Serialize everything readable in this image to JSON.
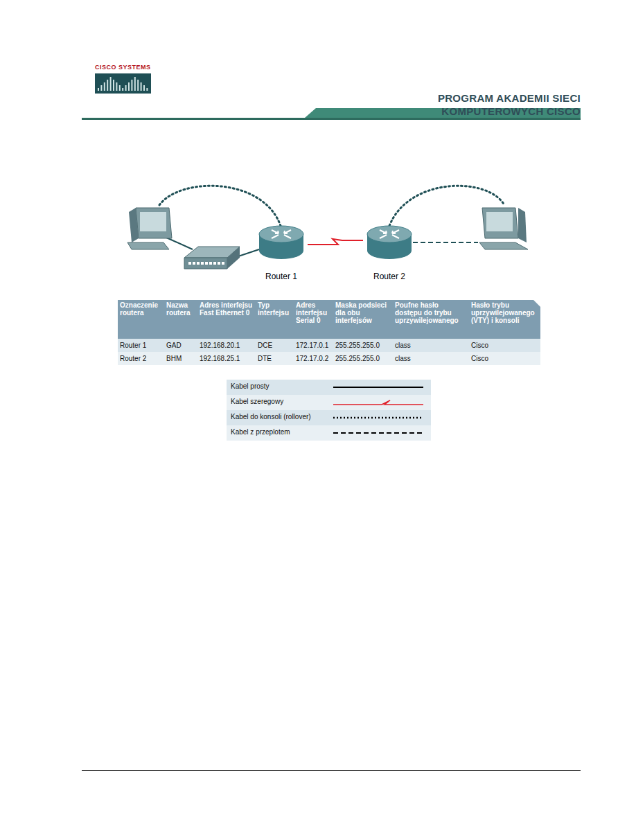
{
  "diagram": {
    "nodes": [
      {
        "text": [
          "Router 1"
        ]
      },
      {
        "text": [
          "Router 2"
        ]
      }
    ],
    "edges": [
      {
        "from": 0,
        "to": 1,
        "arrow": "none"
      }
    ],
    "labels": [
      "CISCO SYSTEMS",
      "PROGRAM AKADEMII SIECI KOMPUTEROWYCH CISCO",
      "Oznaczenie routera",
      "Nazwa routera",
      "Adres interfejsu Fast Ethernet 0",
      "Typ interfejsu",
      "Adres interfejsu Serial 0",
      "Maska podsieci dla obu interfejsów",
      "Poufne hasło dostępu do trybu uprzywilejowanego",
      "Hasło trybu uprzywilejowanego (VTY) i konsoli",
      "Router 1",
      "GAD",
      "192.168.20.1",
      "DCE",
      "172.17.0.1",
      "255.255.255.0",
      "class",
      "Cisco",
      "Router 2",
      "BHM",
      "192.168.25.1",
      "DTE",
      "172.17.0.2",
      "255.255.255.0",
      "class",
      "Cisco"
    ],
    "legend": [
      {
        "text": "Kabel prosty"
      },
      {
        "text": "Kabel szeregowy"
      },
      {
        "text": "Kabel do konsoli (rollover)"
      },
      {
        "text": "Kabel z przeplotem"
      }
    ]
  }
}
